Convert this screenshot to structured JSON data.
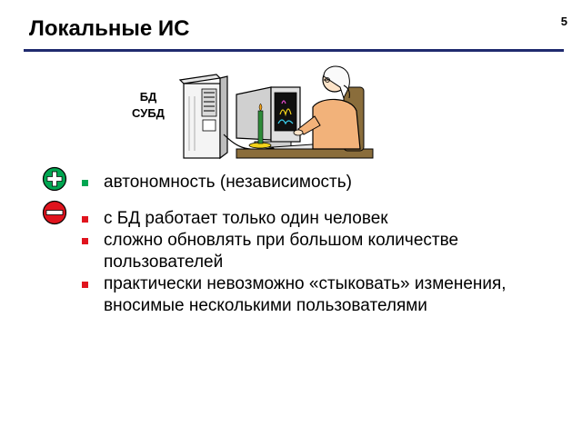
{
  "slide": {
    "number": "5",
    "title": "Локальные ИС"
  },
  "illustration": {
    "db_label_line1": "БД",
    "db_label_line2": "СУБД"
  },
  "advantages": [
    "автономность (независимость)"
  ],
  "disadvantages": [
    "с БД работает только один человек",
    "сложно обновлять при большом количестве пользователей",
    "практически невозможно «стыковать» изменения, вносимые несколькими пользователями"
  ],
  "colors": {
    "title_rule": "#1f2a6e",
    "plus": "#00a651",
    "minus": "#e0141e"
  },
  "icons": {
    "plus": "plus-circle-icon",
    "minus": "minus-circle-icon"
  }
}
